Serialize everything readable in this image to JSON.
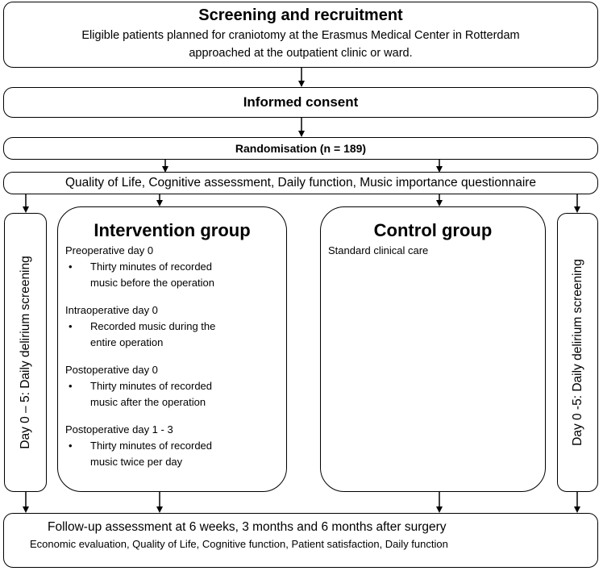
{
  "screening": {
    "title": "Screening and recruitment",
    "line1": "Eligible patients planned for craniotomy at the Erasmus Medical Center in Rotterdam",
    "line2": "approached at the outpatient clinic or ward."
  },
  "consent": {
    "label": "Informed consent"
  },
  "randomisation": {
    "label": "Randomisation (n = 189)"
  },
  "baseline": {
    "label": "Quality of Life, Cognitive assessment, Daily function, Music importance questionnaire"
  },
  "screening_left": {
    "label": "Day 0 – 5: Daily delirium screening"
  },
  "screening_right": {
    "label": "Day 0 -5: Daily delirium screening"
  },
  "intervention": {
    "title": "Intervention group",
    "phases": [
      {
        "heading": "Preoperative day 0",
        "bullet_line1": "Thirty minutes of recorded",
        "bullet_line2": "music before the operation"
      },
      {
        "heading": "Intraoperative day 0",
        "bullet_line1": "Recorded music during the",
        "bullet_line2": "entire operation"
      },
      {
        "heading": "Postoperative day 0",
        "bullet_line1": "Thirty minutes of recorded",
        "bullet_line2": "music after the operation"
      },
      {
        "heading": "Postoperative day 1 - 3",
        "bullet_line1": "Thirty minutes of recorded",
        "bullet_line2": "music twice per day"
      }
    ],
    "bullet_symbol": "•"
  },
  "control": {
    "title": "Control group",
    "text": "Standard clinical care"
  },
  "followup": {
    "line1": "Follow-up assessment at 6 weeks, 3 months and 6 months after surgery",
    "line2": "Economic evaluation, Quality of Life, Cognitive function, Patient satisfaction, Daily function"
  }
}
